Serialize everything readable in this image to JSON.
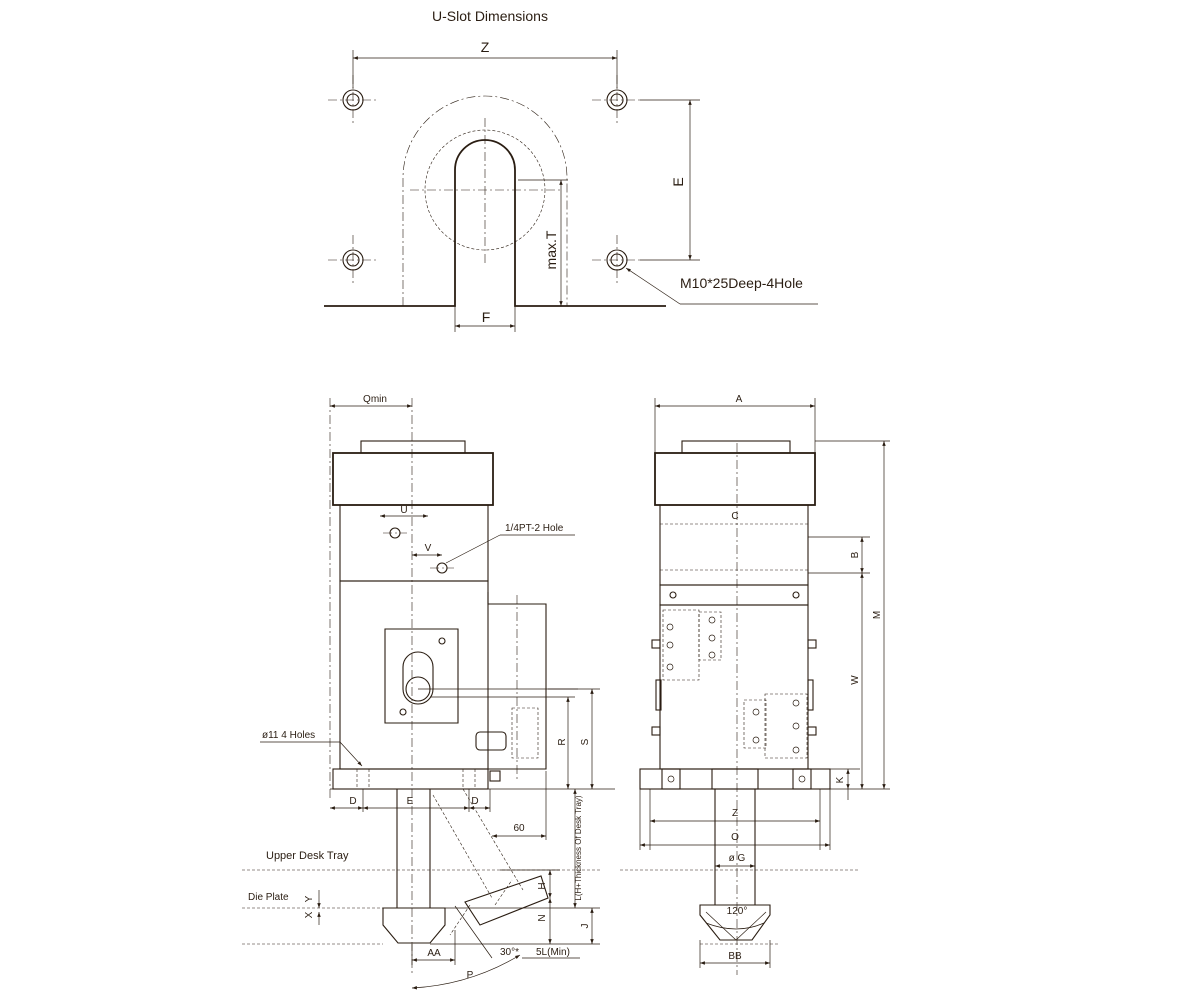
{
  "title": "U-Slot Dimensions",
  "uslot_labels": {
    "z": "Z",
    "e": "E",
    "max_t": "max.T",
    "f": "F",
    "hole_note": "M10*25Deep-4Hole"
  },
  "side_view": {
    "qmin": "Qmin",
    "u": "U",
    "v": "V",
    "pt_hole": "1/4PT-2 Hole",
    "holes_note": "ø11 4 Holes",
    "d_left": "D",
    "e": "E",
    "d_right": "D",
    "sixty": "60",
    "r": "R",
    "s": "S",
    "l_note": "L(H+Thickness Of Desk Tray)",
    "h": "H",
    "n": "N",
    "j": "J",
    "upper_desk_tray": "Upper Desk Tray",
    "die_plate": "Die Plate",
    "y": "Y",
    "x": "X",
    "aa": "AA",
    "angle": "30°*",
    "five_l": "5L(Min)",
    "p": "P"
  },
  "front_view": {
    "a": "A",
    "c": "C",
    "b": "B",
    "m": "M",
    "w": "W",
    "k": "K",
    "z": "Z",
    "o": "O",
    "g": "ø G",
    "angle": "120°",
    "bb": "BB"
  }
}
